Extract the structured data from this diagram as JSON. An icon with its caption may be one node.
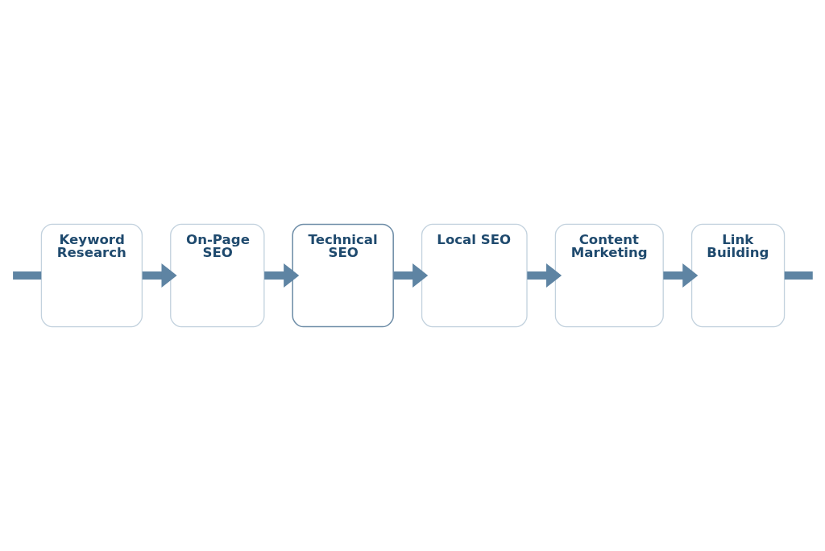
{
  "diagram": {
    "nodes": [
      {
        "text": [
          "Keyword Research"
        ]
      },
      {
        "text": [
          "On-Page SEO"
        ]
      },
      {
        "text": [
          "Technical SEO"
        ]
      },
      {
        "text": [
          "Local SEO"
        ]
      },
      {
        "text": [
          "Content Marketing"
        ]
      },
      {
        "text": [
          "Link Building"
        ]
      }
    ],
    "edges": [
      {
        "from": null,
        "to": 0,
        "arrow": "none"
      },
      {
        "from": 0,
        "to": 1,
        "arrow": "to"
      },
      {
        "from": 1,
        "to": 2,
        "arrow": "to"
      },
      {
        "from": 2,
        "to": 3,
        "arrow": "to"
      },
      {
        "from": 3,
        "to": 4,
        "arrow": "to"
      },
      {
        "from": 4,
        "to": 5,
        "arrow": "to"
      },
      {
        "from": 5,
        "to": null,
        "arrow": "none"
      }
    ]
  }
}
